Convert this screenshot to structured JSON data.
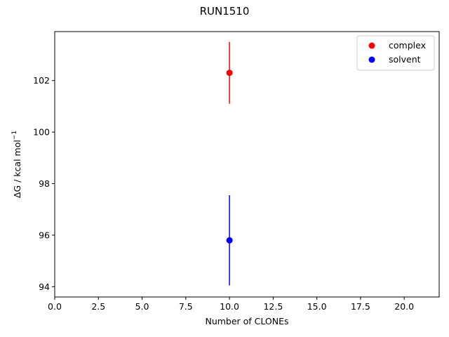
{
  "chart_data": {
    "type": "scatter",
    "title": "RUN1510",
    "xlabel": "Number of CLONEs",
    "ylabel_main": "ΔG / kcal mol",
    "ylabel_sup": "−1",
    "xlim": [
      0,
      22
    ],
    "ylim": [
      93.6,
      103.9
    ],
    "xticks": [
      0,
      2.5,
      5,
      7.5,
      10,
      12.5,
      15,
      17.5,
      20
    ],
    "xtick_labels": [
      "0.0",
      "2.5",
      "5.0",
      "7.5",
      "10.0",
      "12.5",
      "15.0",
      "17.5",
      "20.0"
    ],
    "yticks": [
      94,
      96,
      98,
      100,
      102
    ],
    "ytick_labels": [
      "94",
      "96",
      "98",
      "100",
      "102"
    ],
    "grid": false,
    "legend_position": "top-right",
    "series": [
      {
        "name": "complex",
        "color": "#ff0000",
        "points": [
          {
            "x": 10,
            "y": 102.3,
            "err": 1.2
          }
        ]
      },
      {
        "name": "solvent",
        "color": "#0000ff",
        "points": [
          {
            "x": 10,
            "y": 95.8,
            "err": 1.75
          }
        ]
      }
    ]
  }
}
